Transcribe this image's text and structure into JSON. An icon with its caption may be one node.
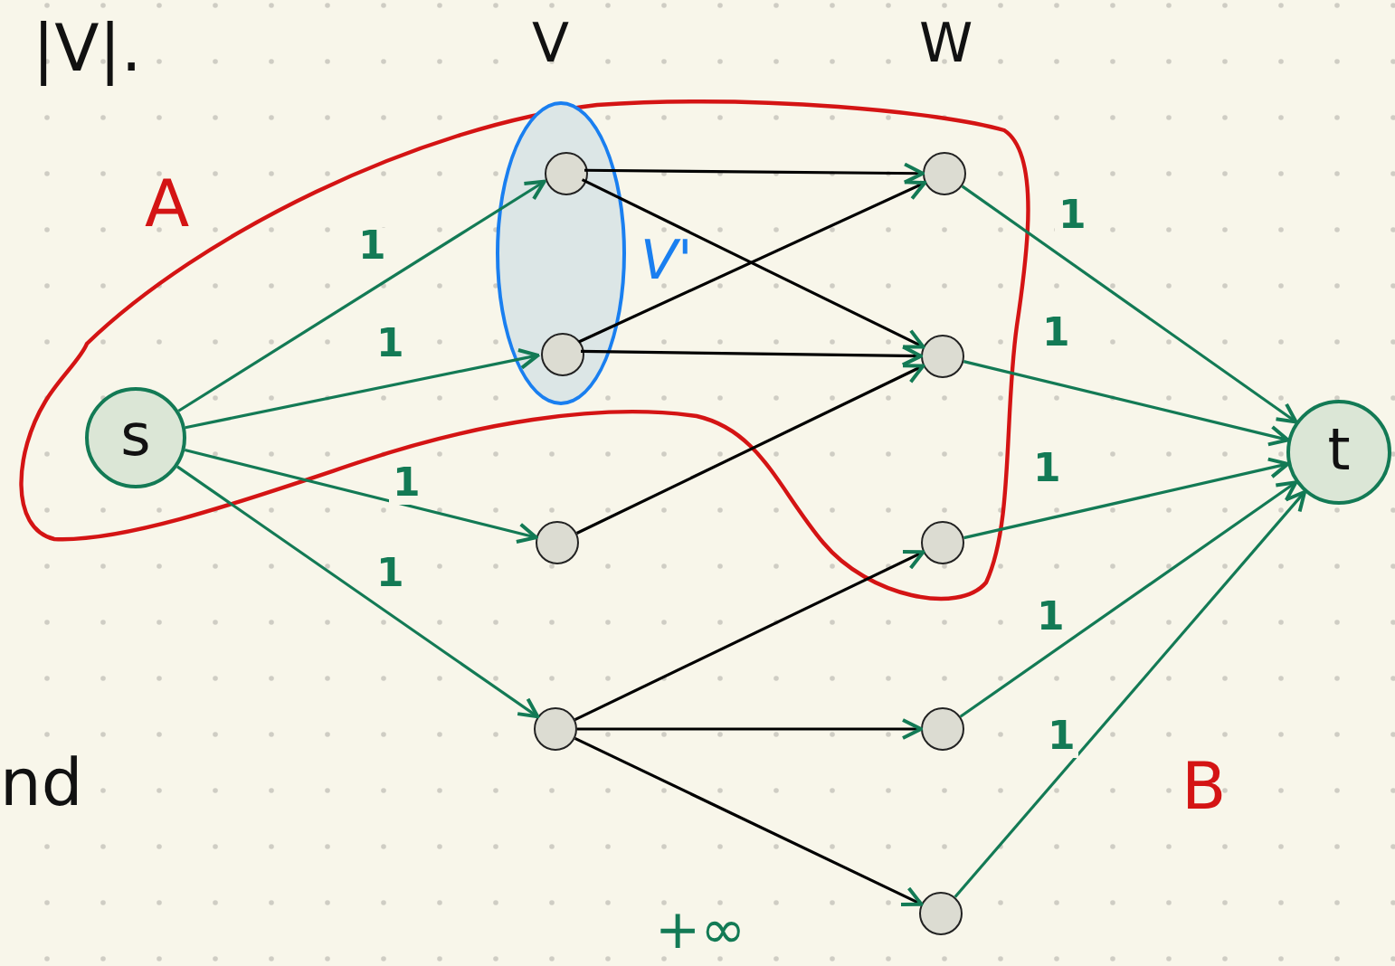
{
  "diagram": {
    "nodes": [
      {
        "text": [
          "s"
        ]
      },
      {
        "text": [
          "V'"
        ]
      },
      {
        "text": [],
        "shape": "circle",
        "in": 1
      },
      {
        "text": [],
        "shape": "circle",
        "in": 1
      },
      {
        "text": [],
        "shape": "circle"
      },
      {
        "text": [],
        "shape": "circle"
      },
      {
        "text": [],
        "shape": "circle"
      },
      {
        "text": [],
        "shape": "circle"
      },
      {
        "text": [],
        "shape": "circle"
      },
      {
        "text": [],
        "shape": "circle"
      },
      {
        "text": [],
        "shape": "circle"
      },
      {
        "text": [
          "t"
        ]
      }
    ],
    "edges": [
      {
        "from": 0,
        "to": 2,
        "arrow": "to",
        "label": "1"
      },
      {
        "from": 0,
        "to": 3,
        "arrow": "to",
        "label": "1"
      },
      {
        "from": 0,
        "to": 4,
        "arrow": "to",
        "label": "1"
      },
      {
        "from": 0,
        "to": 5,
        "arrow": "to",
        "label": "1"
      },
      {
        "from": 2,
        "to": 6,
        "arrow": "to",
        "color": "#000000"
      },
      {
        "from": 2,
        "to": 7,
        "arrow": "to",
        "color": "#000000"
      },
      {
        "from": 3,
        "to": 6,
        "arrow": "to",
        "color": "#000000"
      },
      {
        "from": 3,
        "to": 7,
        "arrow": "to",
        "color": "#000000"
      },
      {
        "from": 4,
        "to": 7,
        "arrow": "to",
        "color": "#000000"
      },
      {
        "from": 5,
        "to": 8,
        "arrow": "to",
        "color": "#000000"
      },
      {
        "from": 5,
        "to": 9,
        "arrow": "to",
        "color": "#000000"
      },
      {
        "from": 5,
        "to": 10,
        "arrow": "to",
        "color": "#000000"
      },
      {
        "from": 6,
        "to": 11,
        "arrow": "to",
        "label": "1"
      },
      {
        "from": 7,
        "to": 11,
        "arrow": "to",
        "label": "1"
      },
      {
        "from": 8,
        "to": 11,
        "arrow": "to",
        "label": "1"
      },
      {
        "from": 9,
        "to": 11,
        "arrow": "to",
        "label": "1"
      },
      {
        "from": 10,
        "to": 11,
        "arrow": "to",
        "label": "1"
      }
    ],
    "labels": [
      "|V|.",
      "V",
      "W",
      "A",
      "nd",
      "+∞",
      "B"
    ]
  }
}
